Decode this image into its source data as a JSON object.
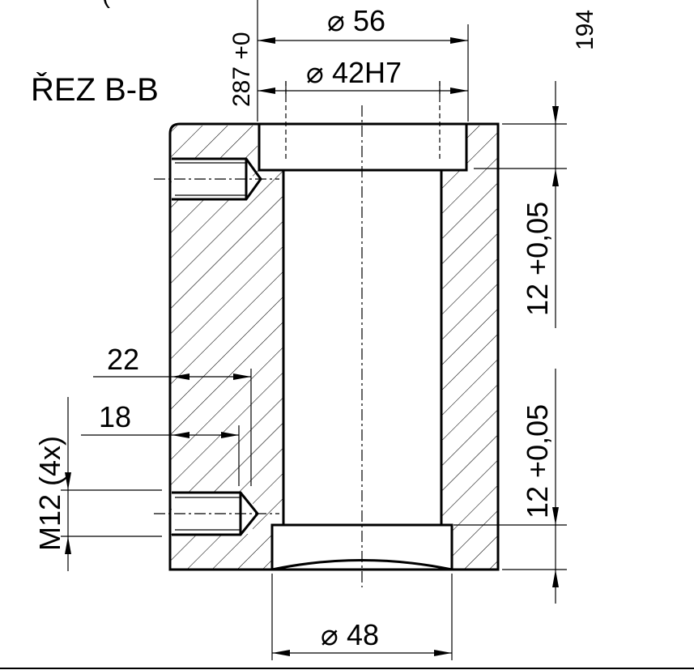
{
  "section_title": "ŘEZ B-B",
  "dimensions": {
    "outer_diameter": "56",
    "bore": "42H7",
    "bottom_diameter": "48",
    "depth_22": "22",
    "depth_18": "18",
    "thread": "M12 (4x)",
    "tol_upper": "12 +0,05",
    "tol_lower": "12 +0,05"
  },
  "clipped_labels": {
    "top_left_partial": "287 +0",
    "top_right_partial": "194",
    "top_paren_partial": "("
  },
  "symbols": {
    "diameter": "⌀"
  }
}
